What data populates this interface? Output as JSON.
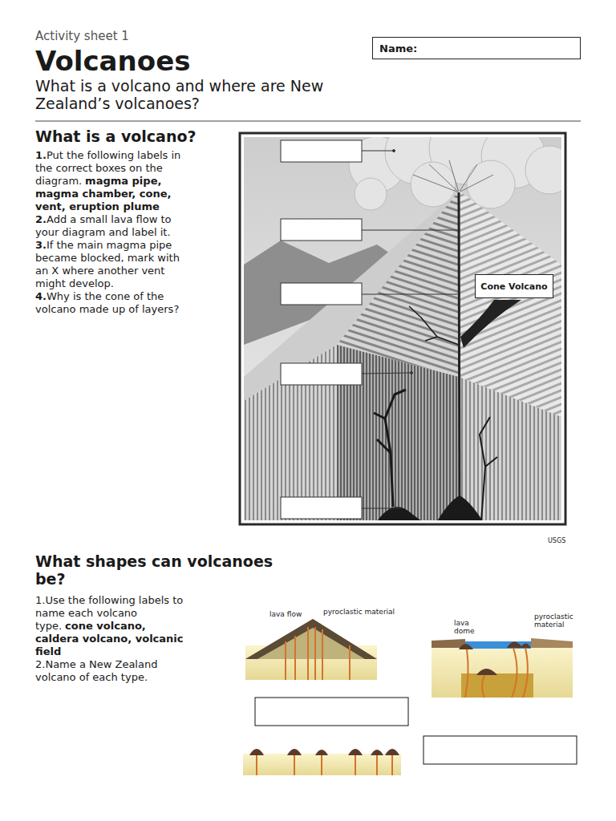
{
  "diagram": {
    "title": "Volcanoes",
    "nodes": [
      {
        "text": [
          "Name:"
        ]
      },
      {
        "text": [
          "Cone Volcano"
        ]
      }
    ],
    "labels": [
      "Activity sheet 1",
      "What is a volcano and where are New Zealand’s volcanoes?",
      "What is a volcano?",
      "1.",
      "Put the following labels in the correct boxes on the diagram.",
      "magma pipe, magma chamber, cone, vent, eruption plume",
      "2.",
      "Add a small lava flow to your diagram and label it.",
      "3.",
      "If the main magma pipe became blocked, mark with an X where another vent might develop.",
      "4.",
      "Why is the cone of the volcano made up of layers?",
      "USGS",
      "What shapes can volcanoes be?",
      "1.",
      "Use the following labels to name each volcano type.",
      "cone volcano, caldera volcano, volcanic field",
      "2.",
      "Name a New Zealand volcano of each type.",
      "lava flow",
      "pyroclastic material",
      "lava dome",
      "pyroclastic material"
    ]
  }
}
